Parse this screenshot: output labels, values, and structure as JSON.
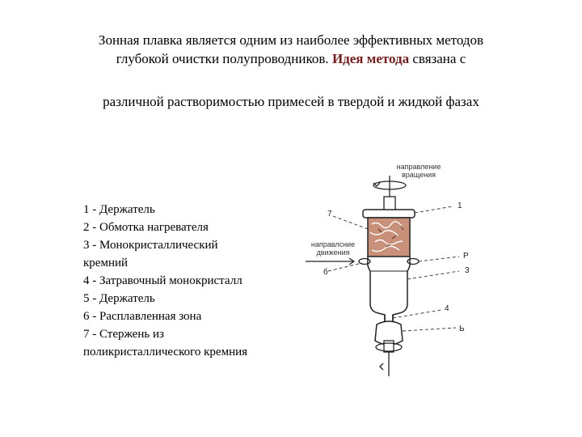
{
  "heading": {
    "line1": "Зонная плавка является одним из наиболее эффективных методов",
    "line2_before": "глубокой очистки полупроводников. ",
    "line2_accent": "Идея метода",
    "line2_after": " связана с",
    "line3": "различной растворимостью примесей в твердой и жидкой фазах"
  },
  "legend": {
    "items": [
      "1 - Держатель",
      "2 - Обмотка нагревателя",
      "3 - Монокристаллический",
      "кремний",
      "4 - Затравочный монокристалл",
      "5 - Держатель",
      "6 - Расплавленная зона",
      "7 - Стержень из",
      "поликристаллического кремния"
    ]
  },
  "diagram": {
    "rotation_label_1": "направление",
    "rotation_label_2": "вращения",
    "motion_label_1": "направлсние",
    "motion_label_2": "движения",
    "callouts": [
      "1",
      "7",
      "P",
      "б",
      "3",
      "4",
      "Ь"
    ]
  },
  "colors": {
    "accent": "#7a1a1a",
    "rod_fill": "#c9907a",
    "line": "#222222"
  }
}
